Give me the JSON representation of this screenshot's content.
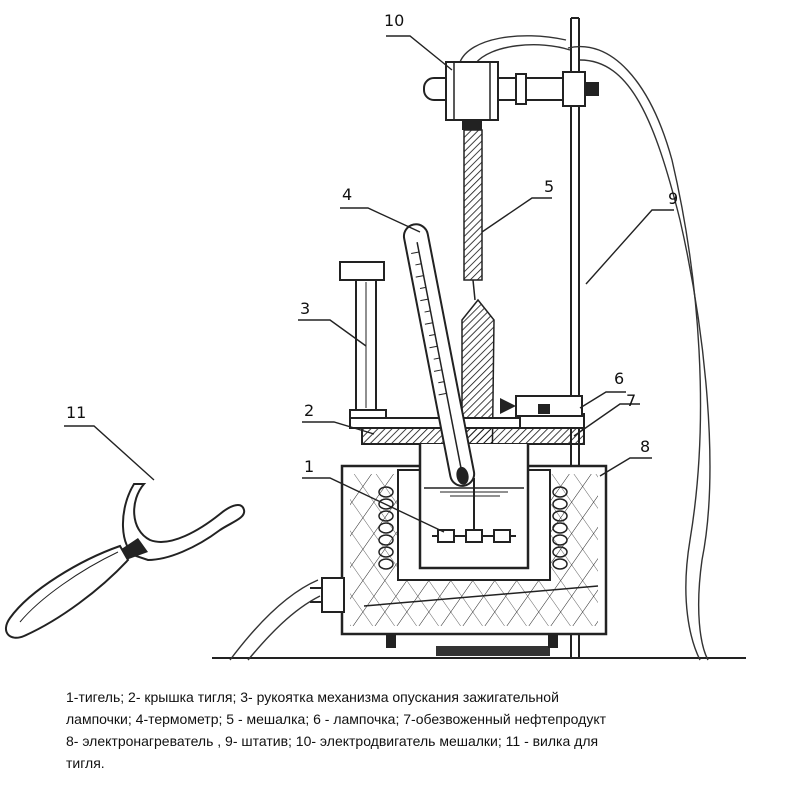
{
  "labels": {
    "l1": "1",
    "l2": "2",
    "l3": "3",
    "l4": "4",
    "l5": "5",
    "l6": "6",
    "l7": "7",
    "l8": "8",
    "l9": "9",
    "l10": "10",
    "l11": "11"
  },
  "caption": {
    "line1": "1-тигель; 2- крышка тигля; 3- рукоятка механизма опускания зажигательной",
    "line2": "лампочки; 4-термометр; 5 - мешалка; 6 - лампочка; 7-обезвоженный нефтепродукт",
    "line3": "8- электронагреватель , 9- штатив; 10- электродвигатель мешалки; 11 - вилка для",
    "line4": "тигля."
  }
}
